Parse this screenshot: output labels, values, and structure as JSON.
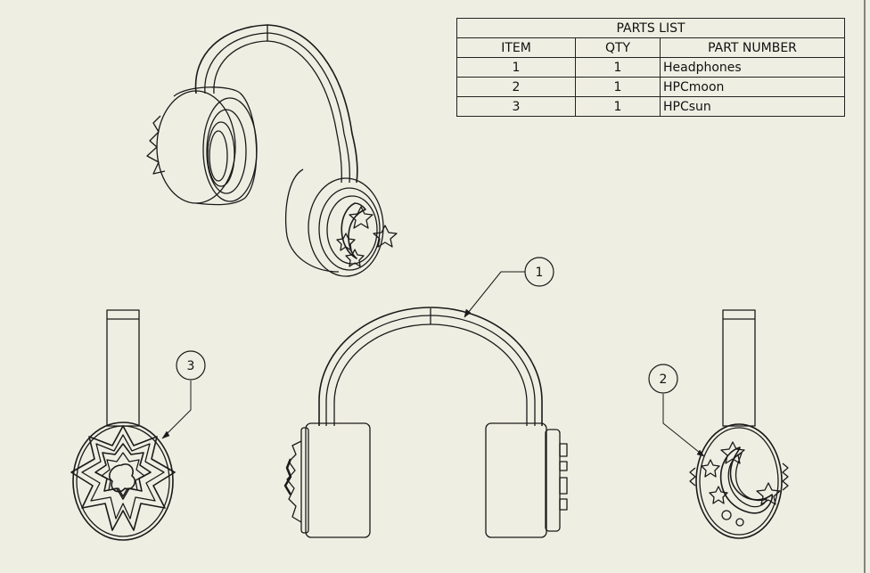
{
  "parts_list": {
    "title": "PARTS LIST",
    "headers": [
      "ITEM",
      "QTY",
      "PART NUMBER"
    ],
    "rows": [
      {
        "item": "1",
        "qty": "1",
        "part": "Headphones"
      },
      {
        "item": "2",
        "qty": "1",
        "part": "HPCmoon"
      },
      {
        "item": "3",
        "qty": "1",
        "part": "HPCsun"
      }
    ]
  },
  "balloons": {
    "front": "1",
    "right_side": "2",
    "left_side": "3"
  },
  "colors": {
    "paper": "#efeee2",
    "line": "#1a1a1a"
  }
}
